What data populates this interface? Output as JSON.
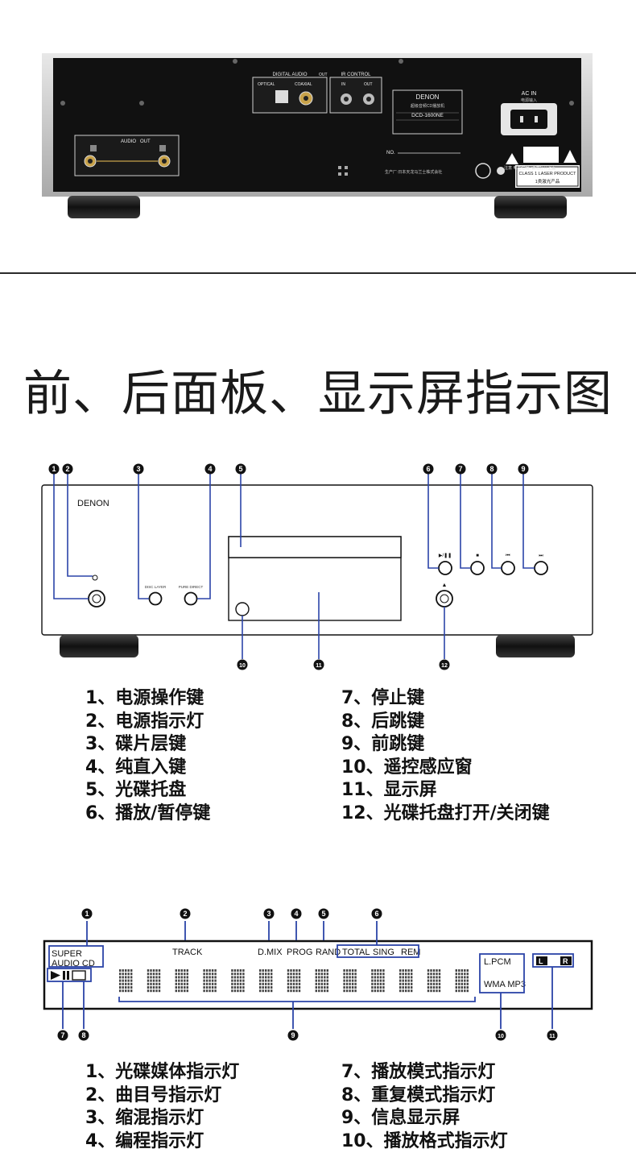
{
  "rear_panel": {
    "digital_audio_label": "DIGITAL AUDIO",
    "digital_out_tag": "OUT",
    "optical_label": "OPTICAL",
    "coaxial_label": "COAXIAL",
    "ir_control_label": "IR CONTROL",
    "ir_in_tag": "IN",
    "ir_out_tag": "OUT",
    "audio_label": "AUDIO",
    "audio_out_tag": "OUT",
    "nameplate_brand": "DENON",
    "nameplate_line1": "超级音频CD播放机",
    "nameplate_model": "DCD-1600NE",
    "ac_in_label": "AC IN",
    "ac_in_sub": "电源输入",
    "no_label": "NO.",
    "manufacturer_line": "生产厂:日本天龙马兰士株式会社",
    "laser_label_line1": "CLASS 1 LASER PRODUCT",
    "laser_label_line2": "1类激光产品",
    "caution_text": "注意 电击危险, 请勿打开上盖"
  },
  "section_title": "前、后面板、显示屏指示图",
  "front_panel": {
    "brand": "DENON",
    "disc_layer_button": "DISC LAYER",
    "pure_direct_button": "PURE DIRECT",
    "play_pause_symbol": "▶/❚❚",
    "stop_symbol": "■",
    "prev_symbol": "⏮",
    "next_symbol": "⏭",
    "eject_symbol": "▲",
    "callouts": [
      "1",
      "2",
      "3",
      "4",
      "5",
      "6",
      "7",
      "8",
      "9",
      "10",
      "11",
      "12"
    ]
  },
  "front_legend_left": [
    "1、电源操作键",
    "2、电源指示灯",
    "3、碟片层键",
    "4、纯直入键",
    "5、光碟托盘",
    "6、播放/暂停键"
  ],
  "front_legend_right": [
    "7、停止键",
    "8、后跳键",
    "9、前跳键",
    "10、遥控感应窗",
    "11、显示屏",
    "12、光碟托盘打开/关闭键"
  ],
  "display": {
    "super": "SUPER",
    "audio_cd": "AUDIO    CD",
    "track": "TRACK",
    "dmix": "D.MIX",
    "prog": "PROG",
    "rand": "RAND",
    "total": "TOTAL",
    "sing": "SING",
    "rem": "REM",
    "lpcm": "L.PCM",
    "wma_mp3": "WMA MP3",
    "left_ch": "L",
    "right_ch": "R",
    "callouts": [
      "1",
      "2",
      "3",
      "4",
      "5",
      "6",
      "7",
      "8",
      "9",
      "10",
      "11"
    ]
  },
  "display_legend_left": [
    "1、光碟媒体指示灯",
    "2、曲目号指示灯",
    "3、缩混指示灯",
    "4、编程指示灯"
  ],
  "display_legend_right": [
    "7、播放模式指示灯",
    "8、重复模式指示灯",
    "9、信息显示屏",
    "10、播放格式指示灯"
  ]
}
